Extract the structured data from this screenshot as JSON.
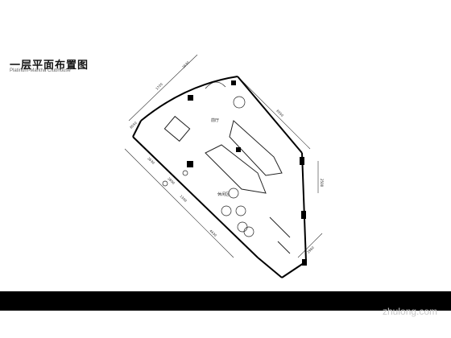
{
  "header": {
    "title": "一层平面布置图",
    "subtitle": "Platinum-Mantha Clubhouse"
  },
  "plan": {
    "room_labels": {
      "hall": "前厅",
      "lounge": "休闲区"
    },
    "dimensions": {
      "top_a": "1720",
      "top_b": "2630",
      "left_a": "8050",
      "left_b": "2630",
      "left_c": "2800",
      "left_d": "1300",
      "left_e": "4430",
      "right_a": "8350",
      "right_b": "2500",
      "right_c": "2960"
    }
  },
  "watermark": "zhulong.com",
  "colors": {
    "line": "#222222",
    "wall": "#000000",
    "band": "#000000",
    "watermark": "#c8c8c8"
  }
}
